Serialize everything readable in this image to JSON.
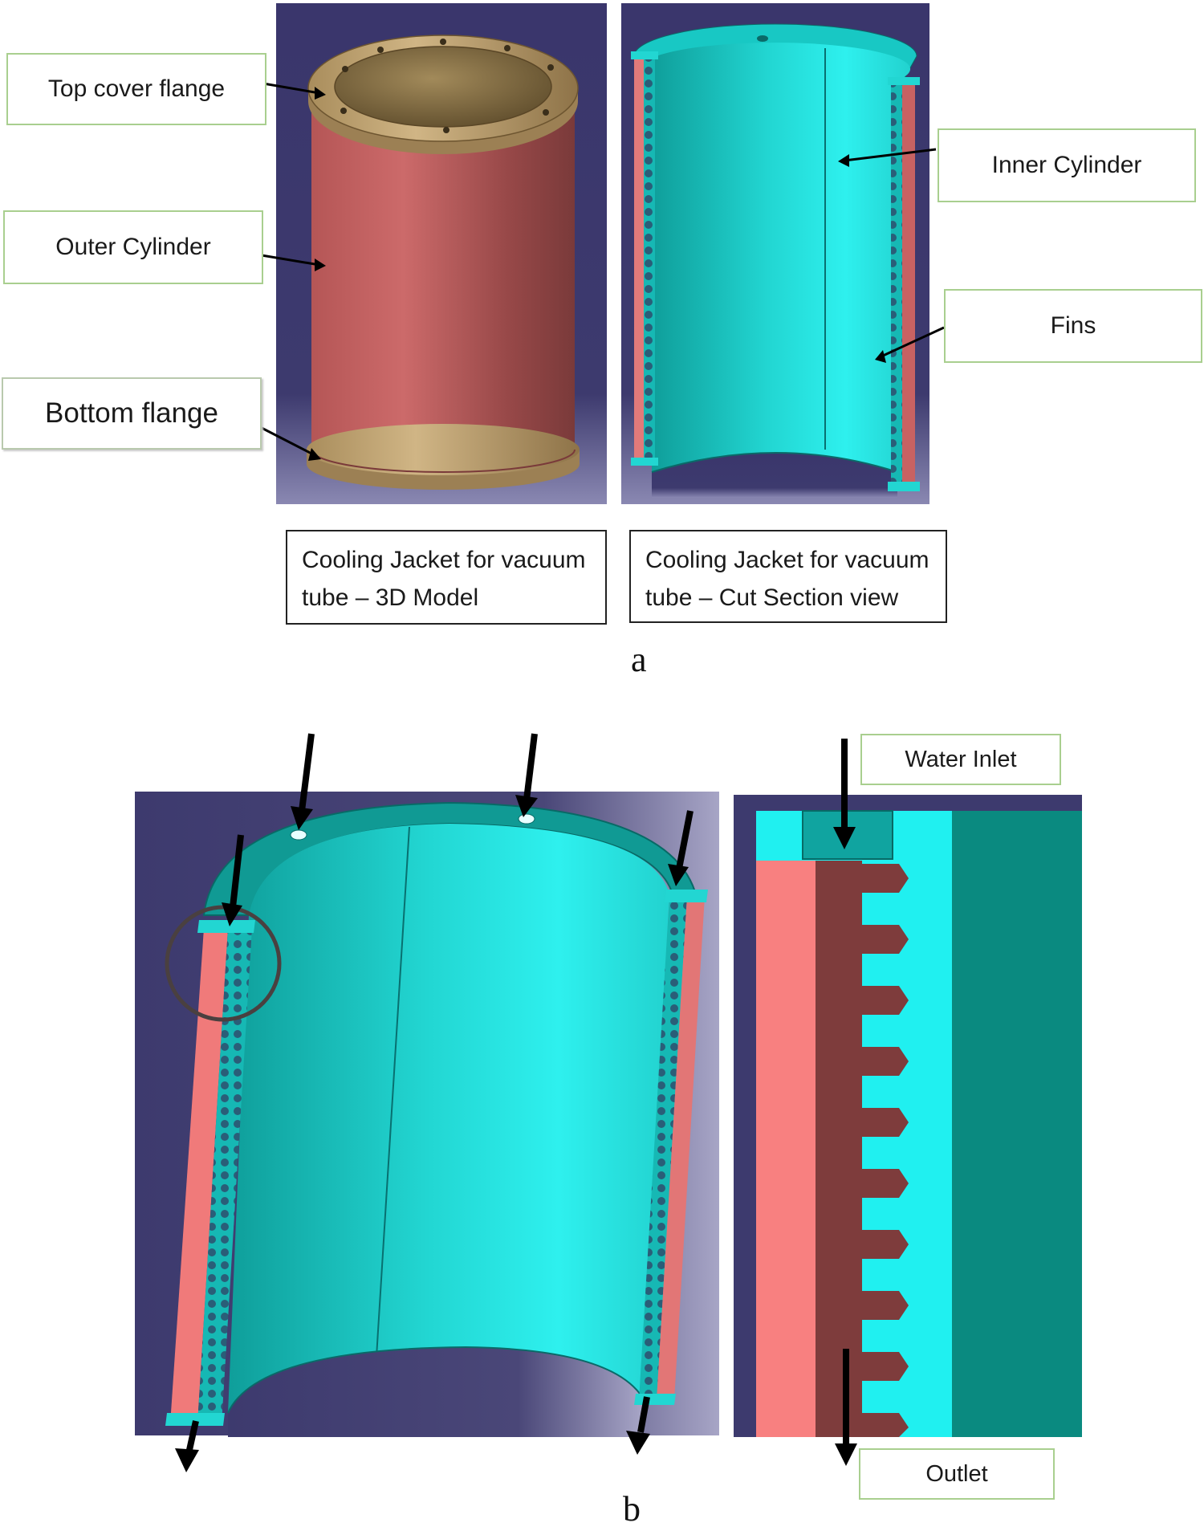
{
  "part_a": {
    "labels": {
      "top_cover_flange": "Top cover flange",
      "outer_cylinder": "Outer Cylinder",
      "bottom_flange": "Bottom flange",
      "inner_cylinder": "Inner Cylinder",
      "fins": "Fins"
    },
    "captions": {
      "model_3d_line1": "Cooling Jacket for vacuum",
      "model_3d_line2": "tube – 3D Model",
      "cut_section_line1": "Cooling Jacket for vacuum",
      "cut_section_line2": "tube – Cut Section view"
    },
    "figure_letter": "a"
  },
  "part_b": {
    "labels": {
      "water_inlet": "Water Inlet",
      "outlet": "Outlet"
    },
    "figure_letter": "b"
  },
  "colors": {
    "background_navy": "#3d3a6e",
    "outer_cylinder_red": "#c86060",
    "flange_tan": "#c4a876",
    "inner_cyan": "#20e0e0",
    "inner_teal": "#0a8a80",
    "fin_dark_red": "#7e3c3c",
    "fin_pink": "#f88080",
    "label_border_green": "#a9cf8f"
  }
}
